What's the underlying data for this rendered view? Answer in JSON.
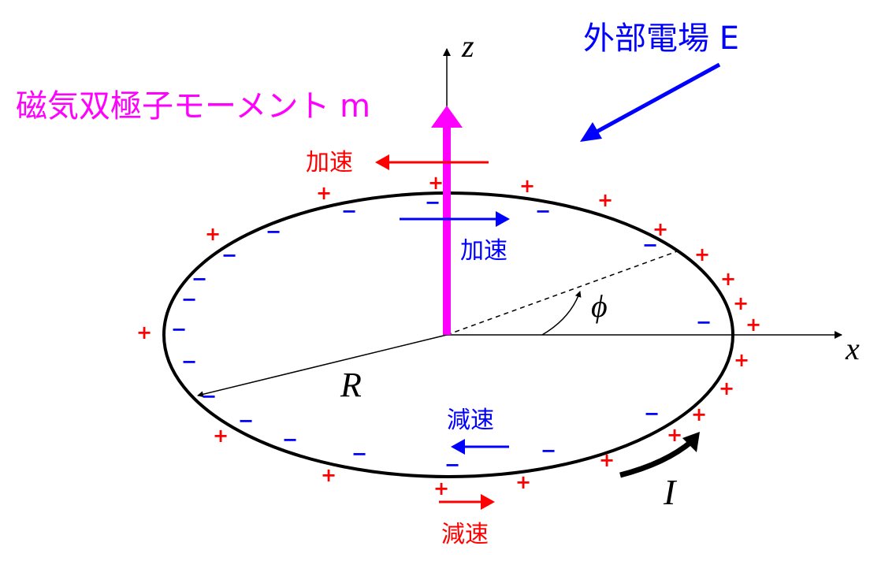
{
  "title": "",
  "labels": {
    "external_field": "外部電場 E",
    "magnetic_moment": "磁気双極子モーメント m",
    "accel_top_outer": "加速",
    "accel_top_inner": "加速",
    "decel_bottom_inner": "減速",
    "decel_bottom_outer": "減速",
    "axis_z": "z",
    "axis_x": "x",
    "angle": "ϕ",
    "radius": "R",
    "current": "I"
  },
  "charges": {
    "plus": "+",
    "minus": "−"
  },
  "colors": {
    "magenta": "#ff00ff",
    "blue": "#0000ff",
    "red": "#ff0000",
    "black": "#000000"
  }
}
